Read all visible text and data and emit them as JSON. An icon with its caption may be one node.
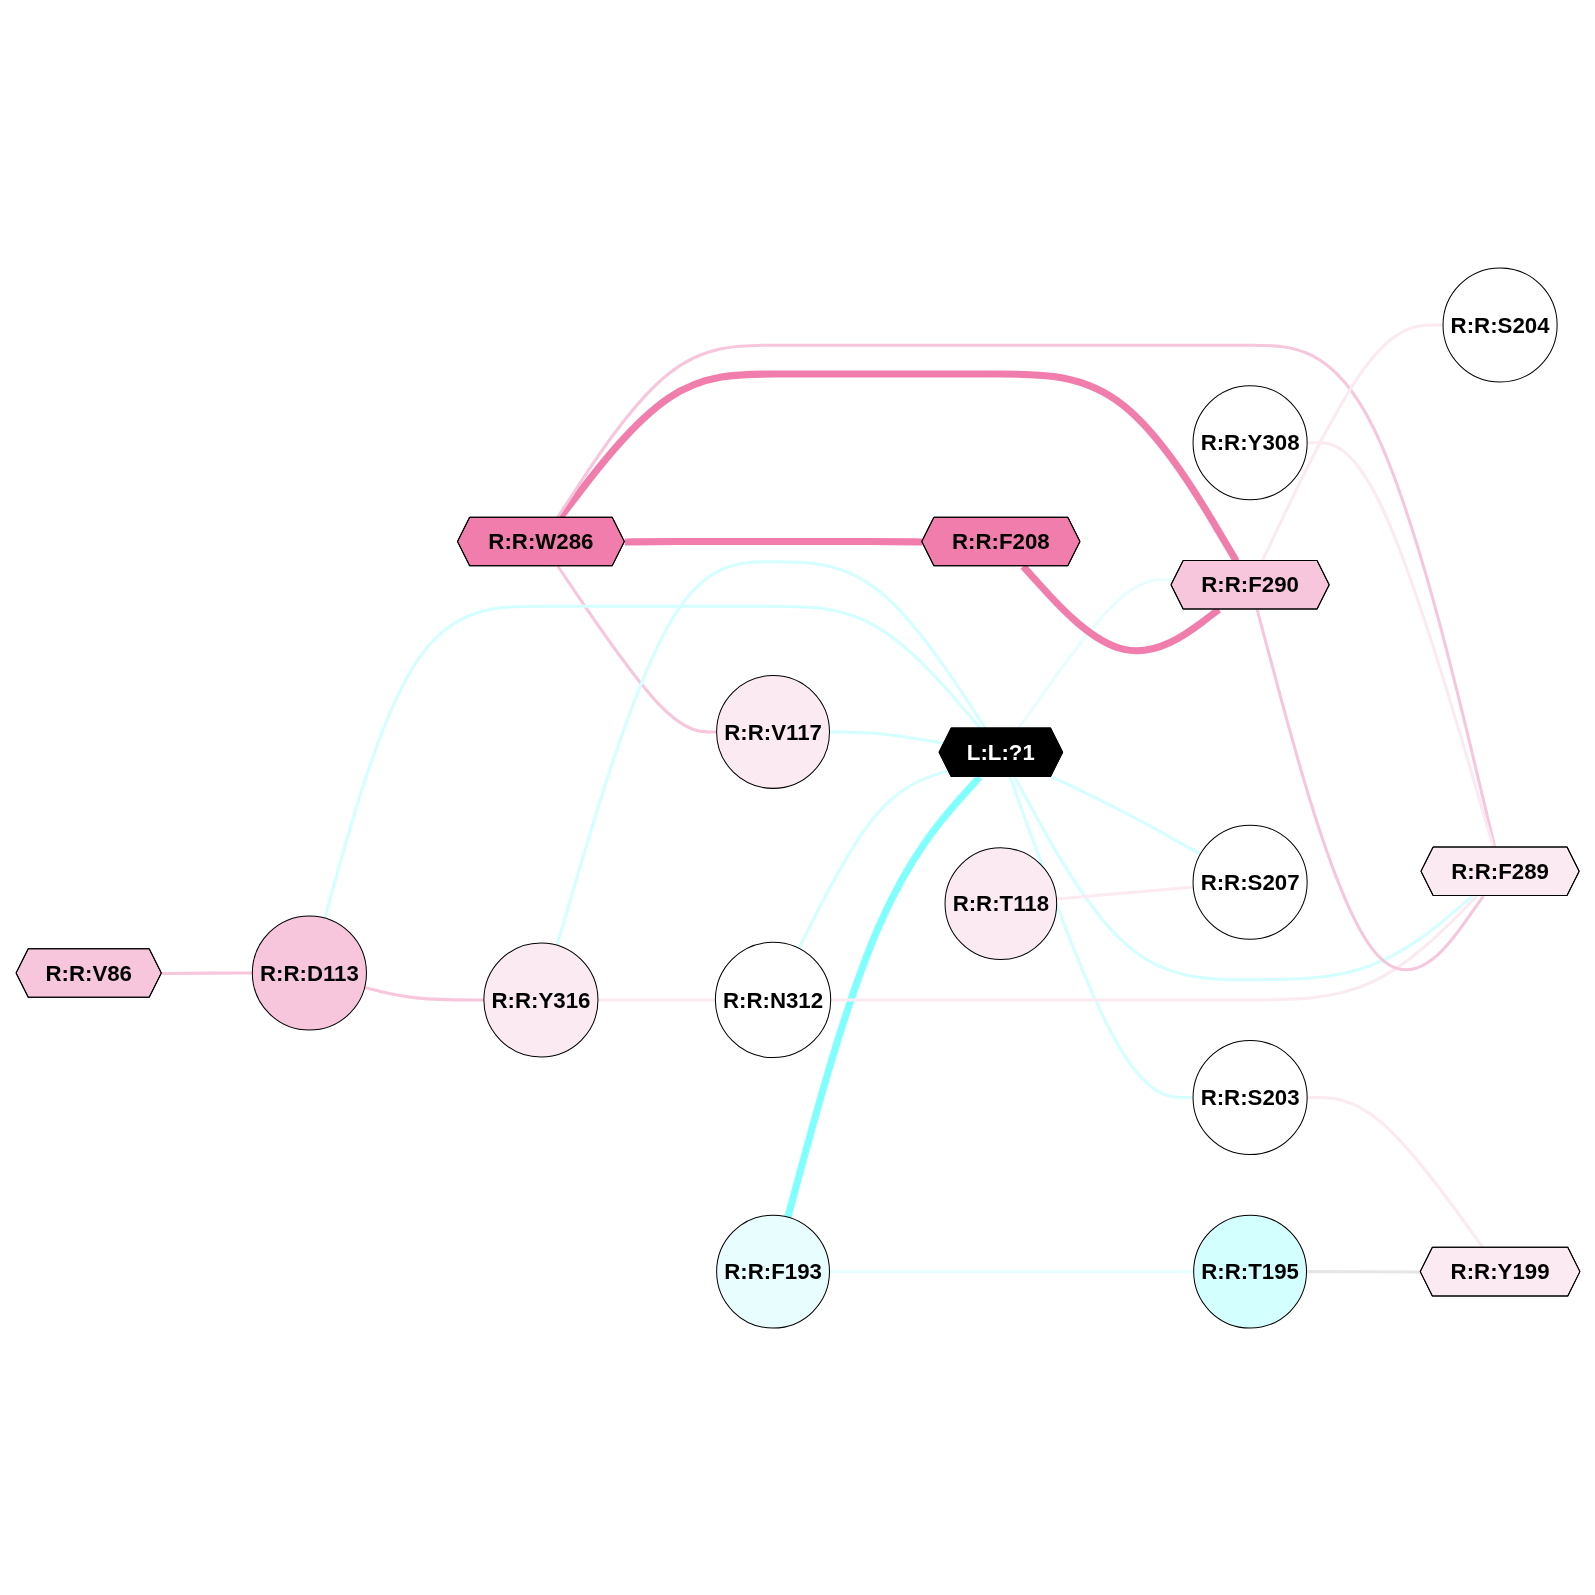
{
  "diagram": {
    "nodes": [
      {
        "text": [
          "R:R:V86"
        ]
      },
      {
        "text": [
          "R:R:Y308"
        ]
      },
      {
        "text": [
          "R:R:W286"
        ]
      },
      {
        "text": [
          "R:R:D113"
        ]
      },
      {
        "text": [
          "R:R:Y316"
        ]
      },
      {
        "text": [
          "R:R:V117"
        ]
      },
      {
        "text": [
          "R:R:N312"
        ]
      },
      {
        "text": [
          "L:L:?1"
        ]
      },
      {
        "text": [
          "R:R:F193"
        ]
      },
      {
        "text": [
          "R:R:F208"
        ]
      },
      {
        "text": [
          "R:R:T118"
        ]
      },
      {
        "text": [
          "R:R:F290"
        ]
      },
      {
        "text": [
          "R:R:S203"
        ]
      },
      {
        "text": [
          "R:R:F289"
        ]
      },
      {
        "text": [
          "R:R:S207"
        ]
      },
      {
        "text": [
          "R:R:S204"
        ]
      },
      {
        "text": [
          "R:R:T195"
        ]
      },
      {
        "text": [
          "R:R:Y199"
        ]
      }
    ],
    "edges": [
      {
        "from": 0,
        "to": 3,
        "arrow": "none",
        "color": "#f7c6dc"
      },
      {
        "from": 3,
        "to": 4,
        "arrow": "none",
        "color": "#f7c6dc"
      },
      {
        "from": 2,
        "to": 5,
        "arrow": "none",
        "color": "#f7c6dc"
      },
      {
        "from": 2,
        "to": 9,
        "arrow": "none",
        "style": "thick",
        "color": "#f07dab"
      },
      {
        "from": 2,
        "to": 11,
        "arrow": "none",
        "style": "thick",
        "color": "#f07dab"
      },
      {
        "from": 2,
        "to": 13,
        "arrow": "none",
        "color": "#f7c6dc"
      },
      {
        "from": 1,
        "to": 13,
        "arrow": "none",
        "color": "#fbeaf2"
      },
      {
        "from": 4,
        "to": 6,
        "arrow": "none",
        "color": "#fbeaf2"
      },
      {
        "from": 4,
        "to": 7,
        "arrow": "none",
        "color": "#d4ffff"
      },
      {
        "from": 3,
        "to": 7,
        "arrow": "none",
        "color": "#d4ffff"
      },
      {
        "from": 5,
        "to": 7,
        "arrow": "none",
        "color": "#d4ffff"
      },
      {
        "from": 6,
        "to": 7,
        "arrow": "none",
        "color": "#d4ffff"
      },
      {
        "from": 8,
        "to": 7,
        "arrow": "none",
        "style": "thick",
        "color": "#80ffff"
      },
      {
        "from": 7,
        "to": 12,
        "arrow": "none",
        "color": "#d4ffff"
      },
      {
        "from": 7,
        "to": 14,
        "arrow": "none",
        "color": "#d4ffff"
      },
      {
        "from": 7,
        "to": 13,
        "arrow": "none",
        "color": "#d4ffff"
      },
      {
        "from": 7,
        "to": 11,
        "arrow": "none",
        "color": "#e8fdfd"
      },
      {
        "from": 6,
        "to": 13,
        "arrow": "none",
        "color": "#fbeaf2"
      },
      {
        "from": 9,
        "to": 11,
        "arrow": "none",
        "style": "thick",
        "color": "#f07dab"
      },
      {
        "from": 11,
        "to": 13,
        "arrow": "none",
        "color": "#f7c6dc"
      },
      {
        "from": 11,
        "to": 15,
        "arrow": "none",
        "color": "#fbeaf2"
      },
      {
        "from": 8,
        "to": 16,
        "arrow": "none",
        "color": "#e8fdfd"
      },
      {
        "from": 10,
        "to": 14,
        "arrow": "none",
        "color": "#fbeaf2"
      },
      {
        "from": 12,
        "to": 17,
        "arrow": "none",
        "color": "#fbeaf2"
      },
      {
        "from": 16,
        "to": 17,
        "arrow": "none",
        "color": "#e6e6e6"
      }
    ]
  }
}
